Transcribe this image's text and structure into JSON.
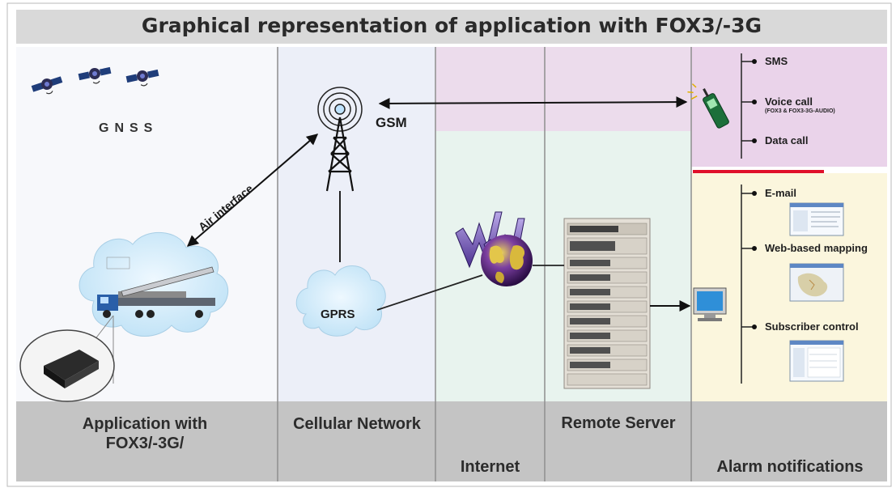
{
  "title": "Graphical representation of application with FOX3/-3G",
  "columns": {
    "application": "Application with\nFOX3/-3G/",
    "cellular": "Cellular Network",
    "internet": "Internet",
    "remote_server": "Remote Server",
    "alarm": "Alarm notifications"
  },
  "labels": {
    "gnss": "GNSS",
    "gsm": "GSM",
    "gprs": "GPRS",
    "air_interface": "Air interface",
    "www": "WWW"
  },
  "gsm_notifications": {
    "sms": "SMS",
    "voice_call": "Voice call",
    "voice_call_note": "(FOX3 & FOX3-3G-AUDIO)",
    "data_call": "Data call"
  },
  "internet_notifications": {
    "email": "E-mail",
    "web_mapping": "Web-based mapping",
    "subscriber_control": "Subscriber control"
  },
  "icons": [
    "satellite-icon",
    "antenna-tower-icon",
    "cloud-icon",
    "globe-icon",
    "server-rack-icon",
    "monitor-icon",
    "mobile-phone-icon",
    "truck-icon",
    "device-icon"
  ],
  "colors": {
    "header_bg": "#d9d9d9",
    "footer_bg": "#c4c4c4",
    "application_bg": "#f7f8fb",
    "cellular_bg": "#eceff8",
    "internet_bg": "#e8f3ee",
    "gsm_band_bg": "#ecdcec",
    "alarm_gsm_bg": "#ead3ea",
    "alarm_internet_bg": "#fbf6dd",
    "divider_red": "#e0102a"
  }
}
